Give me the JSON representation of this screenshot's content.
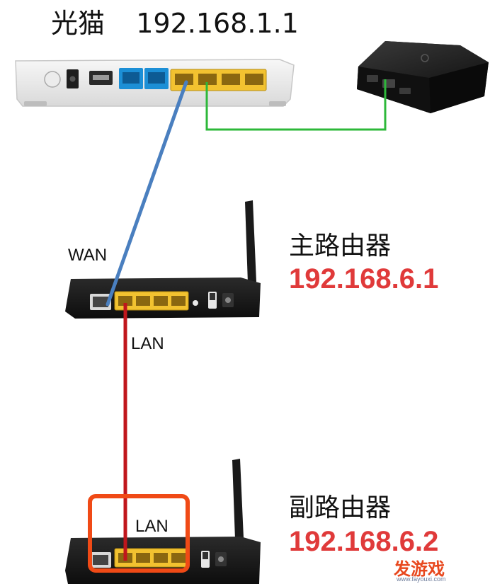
{
  "onu": {
    "label": "光猫",
    "ip": "192.168.1.1"
  },
  "main_router": {
    "label": "主路由器",
    "ip": "192.168.6.1"
  },
  "sub_router": {
    "label": "副路由器",
    "ip": "192.168.6.2"
  },
  "links": {
    "wan": "WAN",
    "lan_main": "LAN",
    "lan_sub": "LAN"
  },
  "watermark": {
    "logo": "发游戏",
    "url": "www.fayouxi.com"
  },
  "colors": {
    "wan_cable": "#4a7fbf",
    "stb_cable": "#2db83a",
    "lan_cable": "#c0161c",
    "ip_text": "#e03a3a",
    "highlight_box": "#f04a16",
    "port_yellow": "#f2c230",
    "port_blue": "#1c8fd6"
  },
  "icons": [
    "onu-modem-icon",
    "set-top-box-icon",
    "router-icon",
    "antenna-icon"
  ]
}
